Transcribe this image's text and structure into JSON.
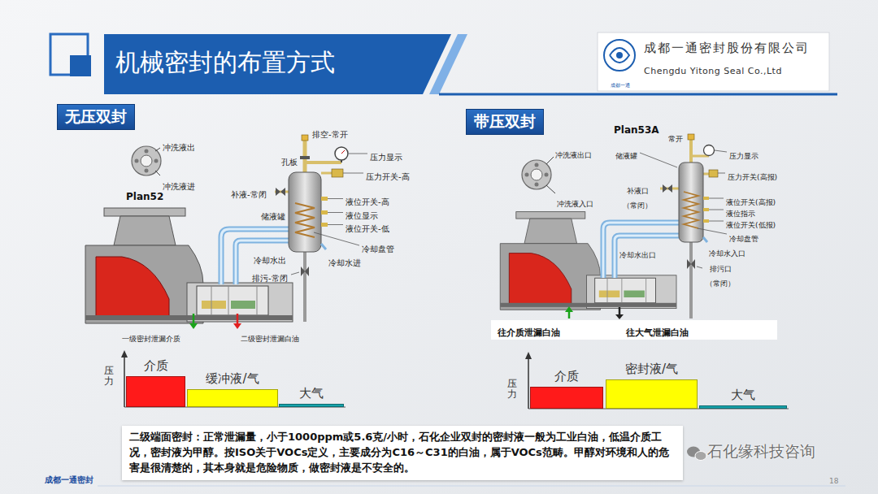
{
  "diagram": {
    "title": "机械密封的布置方式",
    "nodes": [
      {
        "text": [
          "无压双封"
        ]
      },
      {
        "text": [
          "介质"
        ]
      },
      {
        "text": [
          "缓冲液/气"
        ]
      },
      {
        "text": [
          "大气"
        ]
      },
      {
        "text": [
          "带压双封"
        ]
      },
      {
        "text": [
          "介质"
        ]
      },
      {
        "text": [
          "密封液/气"
        ]
      },
      {
        "text": [
          "大气"
        ]
      },
      {
        "text": [
          "二级端面密封：正常泄漏量，小于1000ppm或5.6克/小时，石化企业双封的密封液一般为工业白油，低温介质工况，密封液为甲醇。按ISO关于VOCs定义，主要成分为C16～C31的白油，属于VOCs范畴。甲醇对环境和人的危害是很清楚的，其本身就是危险物质，做密封液是不安全的。"
        ]
      }
    ],
    "labels": [
      "成都一通密封股份有限公司",
      "Chengdu Yitong Seal Co.,Ltd",
      "成都一通",
      "Plan52",
      "冲洗液出",
      "冲洗液进",
      "排空-常开",
      "孔板",
      "压力显示",
      "压力开关-高",
      "补液-常闭",
      "液位开关-高",
      "储液罐",
      "液位显示",
      "液位开关-低",
      "冷却盘管",
      "冷却水出",
      "冷却水进",
      "排污-常闭",
      "一级密封泄漏介质",
      "二级密封泄漏白油",
      "压力",
      "Plan53A",
      "冲洗液出口",
      "冲洗液入口",
      "储液罐",
      "常开",
      "压力显示",
      "压力开关(高报)",
      "补液口 （常闭）",
      "液位开关(高报)",
      "液位指示",
      "液位开关(低报)",
      "冷却盘管",
      "冷却水出口",
      "冷却水入口",
      "排污口 （常闭）",
      "往介质泄漏白油",
      "往大气泄漏白油",
      "压力",
      "石化缘科技咨询",
      "成都一通密封",
      "18"
    ]
  }
}
